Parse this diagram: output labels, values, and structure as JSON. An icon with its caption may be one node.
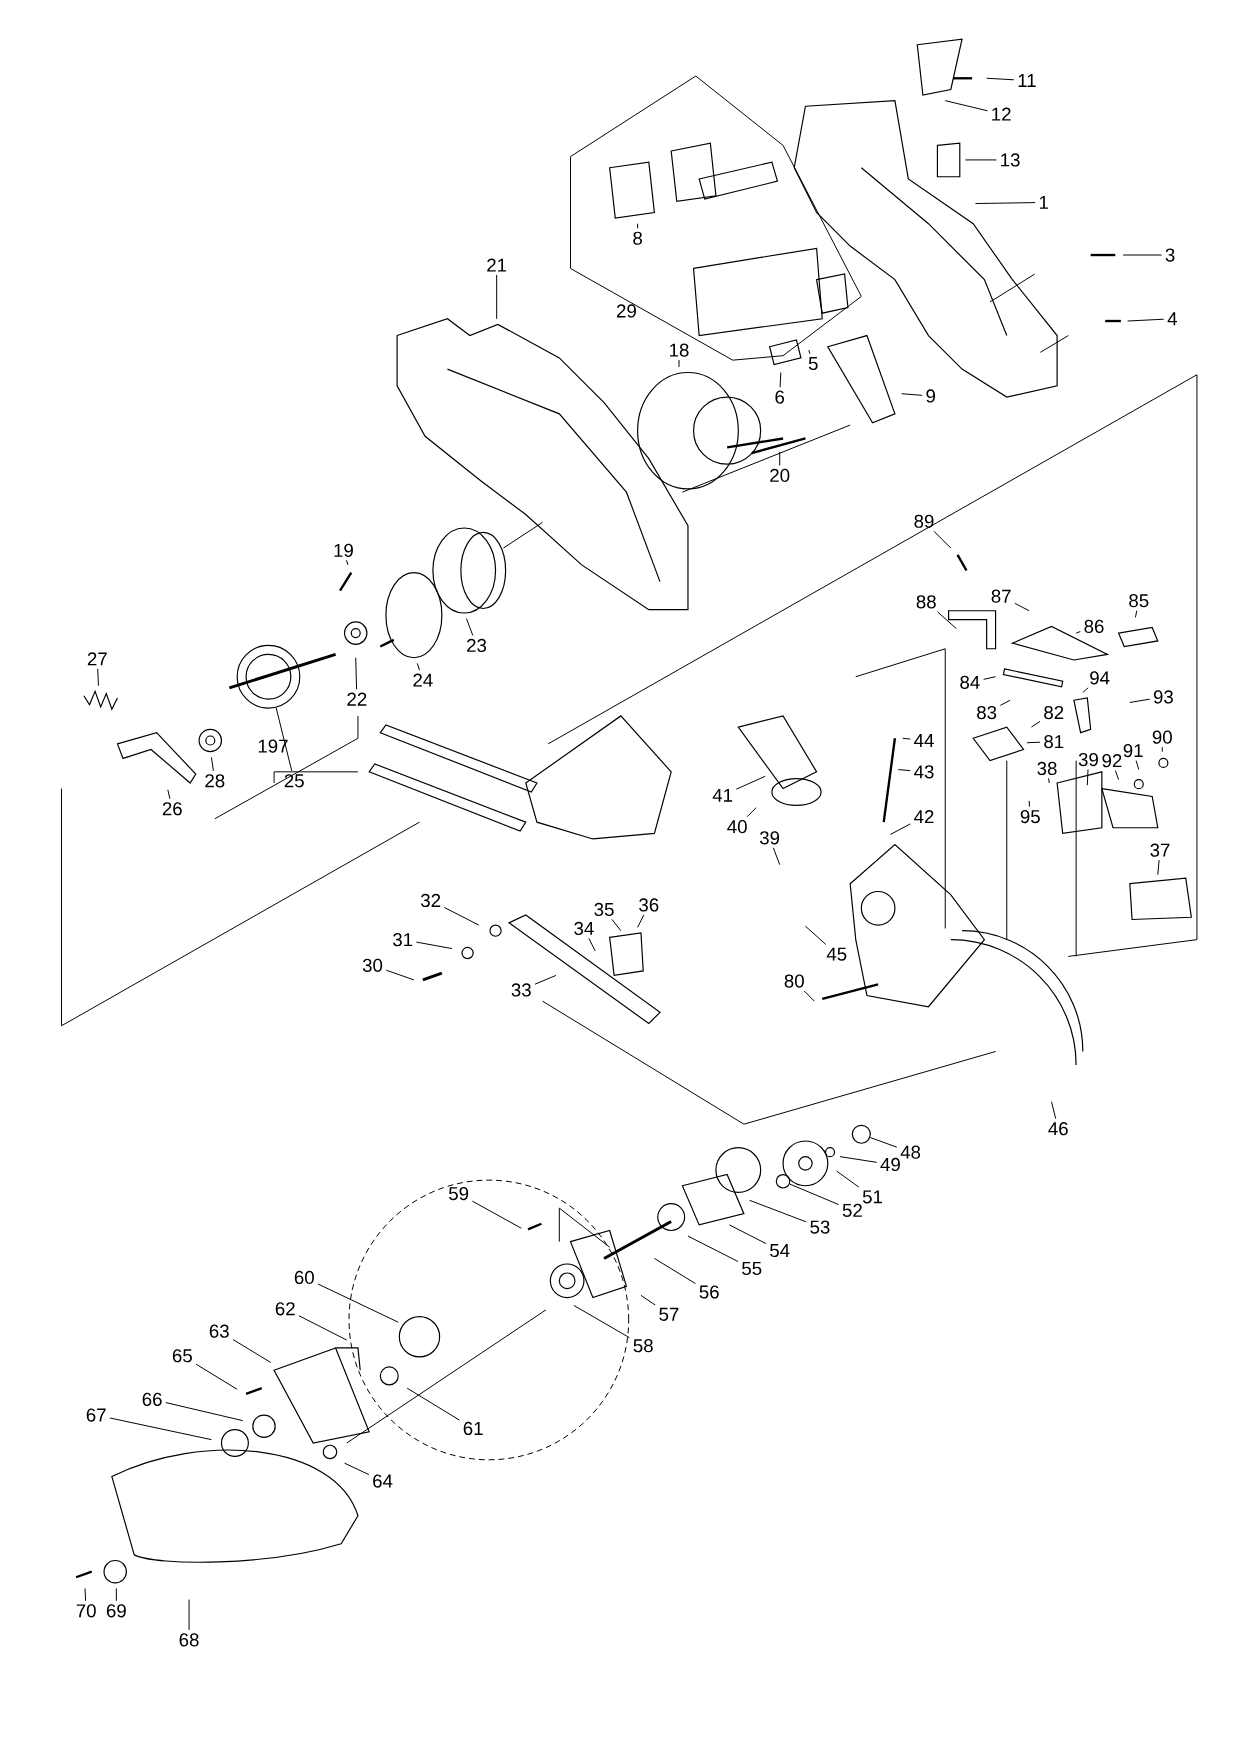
{
  "diagram": {
    "nodes": [
      {
        "text": [
          "11"
        ]
      },
      {
        "text": [
          "12"
        ]
      },
      {
        "text": [
          "13"
        ]
      },
      {
        "text": [
          "1"
        ]
      },
      {
        "text": [
          "8"
        ]
      },
      {
        "text": [
          "3"
        ]
      },
      {
        "text": [
          "21"
        ]
      },
      {
        "text": [
          "29"
        ]
      },
      {
        "text": [
          "4"
        ]
      },
      {
        "text": [
          "18"
        ]
      },
      {
        "text": [
          "5"
        ]
      },
      {
        "text": [
          "9"
        ]
      },
      {
        "text": [
          "6"
        ]
      },
      {
        "text": [
          "20"
        ]
      },
      {
        "text": [
          "89"
        ]
      },
      {
        "text": [
          "19"
        ]
      },
      {
        "text": [
          "87"
        ]
      },
      {
        "text": [
          "88"
        ]
      },
      {
        "text": [
          "85"
        ]
      },
      {
        "text": [
          "86"
        ]
      },
      {
        "text": [
          "23"
        ]
      },
      {
        "text": [
          "27"
        ]
      },
      {
        "text": [
          "24"
        ]
      },
      {
        "text": [
          "84"
        ]
      },
      {
        "text": [
          "94"
        ]
      },
      {
        "text": [
          "22"
        ]
      },
      {
        "text": [
          "93"
        ]
      },
      {
        "text": [
          "82"
        ]
      },
      {
        "text": [
          "83"
        ]
      },
      {
        "text": [
          "44"
        ]
      },
      {
        "text": [
          "81"
        ]
      },
      {
        "text": [
          "90"
        ]
      },
      {
        "text": [
          "91"
        ]
      },
      {
        "text": [
          "39"
        ]
      },
      {
        "text": [
          "92"
        ]
      },
      {
        "text": [
          "38"
        ]
      },
      {
        "text": [
          "43"
        ]
      },
      {
        "text": [
          "197"
        ]
      },
      {
        "text": [
          "25"
        ]
      },
      {
        "text": [
          "28"
        ]
      },
      {
        "text": [
          "41"
        ]
      },
      {
        "text": [
          "26"
        ]
      },
      {
        "text": [
          "42"
        ]
      },
      {
        "text": [
          "95"
        ]
      },
      {
        "text": [
          "40"
        ]
      },
      {
        "text": [
          "39"
        ]
      },
      {
        "text": [
          "37"
        ]
      },
      {
        "text": [
          "32"
        ]
      },
      {
        "text": [
          "36"
        ]
      },
      {
        "text": [
          "35"
        ]
      },
      {
        "text": [
          "34"
        ]
      },
      {
        "text": [
          "31"
        ]
      },
      {
        "text": [
          "45"
        ]
      },
      {
        "text": [
          "30"
        ]
      },
      {
        "text": [
          "80"
        ]
      },
      {
        "text": [
          "33"
        ]
      },
      {
        "text": [
          "46"
        ]
      },
      {
        "text": [
          "48"
        ]
      },
      {
        "text": [
          "49"
        ]
      },
      {
        "text": [
          "59"
        ]
      },
      {
        "text": [
          "51"
        ]
      },
      {
        "text": [
          "52"
        ]
      },
      {
        "text": [
          "53"
        ]
      },
      {
        "text": [
          "54"
        ]
      },
      {
        "text": [
          "55"
        ]
      },
      {
        "text": [
          "60"
        ]
      },
      {
        "text": [
          "56"
        ]
      },
      {
        "text": [
          "62"
        ]
      },
      {
        "text": [
          "57"
        ]
      },
      {
        "text": [
          "63"
        ]
      },
      {
        "text": [
          "58"
        ]
      },
      {
        "text": [
          "65"
        ]
      },
      {
        "text": [
          "66"
        ]
      },
      {
        "text": [
          "67"
        ]
      },
      {
        "text": [
          "61"
        ]
      },
      {
        "text": [
          "64"
        ]
      },
      {
        "text": [
          "70"
        ]
      },
      {
        "text": [
          "69"
        ]
      },
      {
        "text": [
          "68"
        ]
      },
      {
        "text": [],
        "shape": "circle"
      },
      {
        "text": [],
        "shape": "circle"
      },
      {
        "text": [],
        "shape": "circle"
      }
    ],
    "edges": [
      {
        "from": 0,
        "to": null,
        "arrow": "none"
      },
      {
        "from": 1,
        "to": null,
        "arrow": "none"
      },
      {
        "from": 2,
        "to": null,
        "arrow": "none"
      },
      {
        "from": 3,
        "to": null,
        "arrow": "none"
      },
      {
        "from": 4,
        "to": null,
        "arrow": "none"
      },
      {
        "from": 5,
        "to": null,
        "arrow": "none"
      },
      {
        "from": 6,
        "to": null,
        "arrow": "none"
      },
      {
        "from": 8,
        "to": null,
        "arrow": "none"
      },
      {
        "from": 9,
        "to": null,
        "arrow": "none"
      },
      {
        "from": 10,
        "to": null,
        "arrow": "none"
      },
      {
        "from": 11,
        "to": null,
        "arrow": "none"
      },
      {
        "from": 12,
        "to": null,
        "arrow": "none"
      },
      {
        "from": 13,
        "to": null,
        "arrow": "none"
      },
      {
        "from": 14,
        "to": null,
        "arrow": "none"
      },
      {
        "from": 15,
        "to": null,
        "arrow": "none"
      },
      {
        "from": 16,
        "to": null,
        "arrow": "none"
      },
      {
        "from": 17,
        "to": null,
        "arrow": "none"
      },
      {
        "from": 18,
        "to": null,
        "arrow": "none"
      },
      {
        "from": 19,
        "to": null,
        "arrow": "none"
      },
      {
        "from": 20,
        "to": null,
        "arrow": "none"
      },
      {
        "from": 21,
        "to": null,
        "arrow": "none"
      },
      {
        "from": 22,
        "to": null,
        "arrow": "none"
      },
      {
        "from": 23,
        "to": null,
        "arrow": "none"
      },
      {
        "from": 24,
        "to": null,
        "arrow": "none"
      },
      {
        "from": 25,
        "to": null,
        "arrow": "none"
      },
      {
        "from": 26,
        "to": null,
        "arrow": "none"
      },
      {
        "from": 27,
        "to": null,
        "arrow": "none"
      },
      {
        "from": 28,
        "to": null,
        "arrow": "none"
      },
      {
        "from": 29,
        "to": null,
        "arrow": "none"
      },
      {
        "from": 30,
        "to": null,
        "arrow": "none"
      },
      {
        "from": 31,
        "to": null,
        "arrow": "none"
      },
      {
        "from": 32,
        "to": null,
        "arrow": "none"
      },
      {
        "from": 33,
        "to": null,
        "arrow": "none"
      },
      {
        "from": 34,
        "to": null,
        "arrow": "none"
      },
      {
        "from": 35,
        "to": null,
        "arrow": "none"
      },
      {
        "from": 36,
        "to": null,
        "arrow": "none"
      },
      {
        "from": 38,
        "to": 79,
        "arrow": "none"
      },
      {
        "from": 39,
        "to": null,
        "arrow": "none"
      },
      {
        "from": 40,
        "to": null,
        "arrow": "none"
      },
      {
        "from": 41,
        "to": null,
        "arrow": "none"
      },
      {
        "from": 42,
        "to": null,
        "arrow": "none"
      },
      {
        "from": 43,
        "to": null,
        "arrow": "none"
      },
      {
        "from": 44,
        "to": null,
        "arrow": "none"
      },
      {
        "from": 45,
        "to": null,
        "arrow": "none"
      },
      {
        "from": 46,
        "to": null,
        "arrow": "none"
      },
      {
        "from": 47,
        "to": null,
        "arrow": "none"
      },
      {
        "from": 48,
        "to": null,
        "arrow": "none"
      },
      {
        "from": 49,
        "to": null,
        "arrow": "none"
      },
      {
        "from": 50,
        "to": null,
        "arrow": "none"
      },
      {
        "from": 51,
        "to": null,
        "arrow": "none"
      },
      {
        "from": 52,
        "to": null,
        "arrow": "none"
      },
      {
        "from": 53,
        "to": null,
        "arrow": "none"
      },
      {
        "from": 54,
        "to": null,
        "arrow": "none"
      },
      {
        "from": 55,
        "to": null,
        "arrow": "none"
      },
      {
        "from": 56,
        "to": null,
        "arrow": "none"
      },
      {
        "from": 57,
        "to": 80,
        "arrow": "none"
      },
      {
        "from": 58,
        "to": null,
        "arrow": "none"
      },
      {
        "from": 59,
        "to": null,
        "arrow": "none"
      },
      {
        "from": 60,
        "to": null,
        "arrow": "none"
      },
      {
        "from": 61,
        "to": 81,
        "arrow": "none"
      },
      {
        "from": 62,
        "to": null,
        "arrow": "none"
      },
      {
        "from": 63,
        "to": null,
        "arrow": "none"
      },
      {
        "from": 64,
        "to": null,
        "arrow": "none"
      },
      {
        "from": 65,
        "to": null,
        "arrow": "none"
      },
      {
        "from": 66,
        "to": null,
        "arrow": "none"
      },
      {
        "from": 67,
        "to": null,
        "arrow": "none"
      },
      {
        "from": 68,
        "to": null,
        "arrow": "none"
      },
      {
        "from": 69,
        "to": null,
        "arrow": "none"
      },
      {
        "from": 70,
        "to": null,
        "arrow": "none"
      },
      {
        "from": 71,
        "to": null,
        "arrow": "none"
      },
      {
        "from": 72,
        "to": null,
        "arrow": "none"
      },
      {
        "from": 73,
        "to": null,
        "arrow": "none"
      },
      {
        "from": 74,
        "to": null,
        "arrow": "none"
      },
      {
        "from": 75,
        "to": null,
        "arrow": "none"
      },
      {
        "from": 76,
        "to": null,
        "arrow": "none"
      },
      {
        "from": 77,
        "to": null,
        "arrow": "none"
      },
      {
        "from": 78,
        "to": null,
        "arrow": "none"
      }
    ]
  }
}
